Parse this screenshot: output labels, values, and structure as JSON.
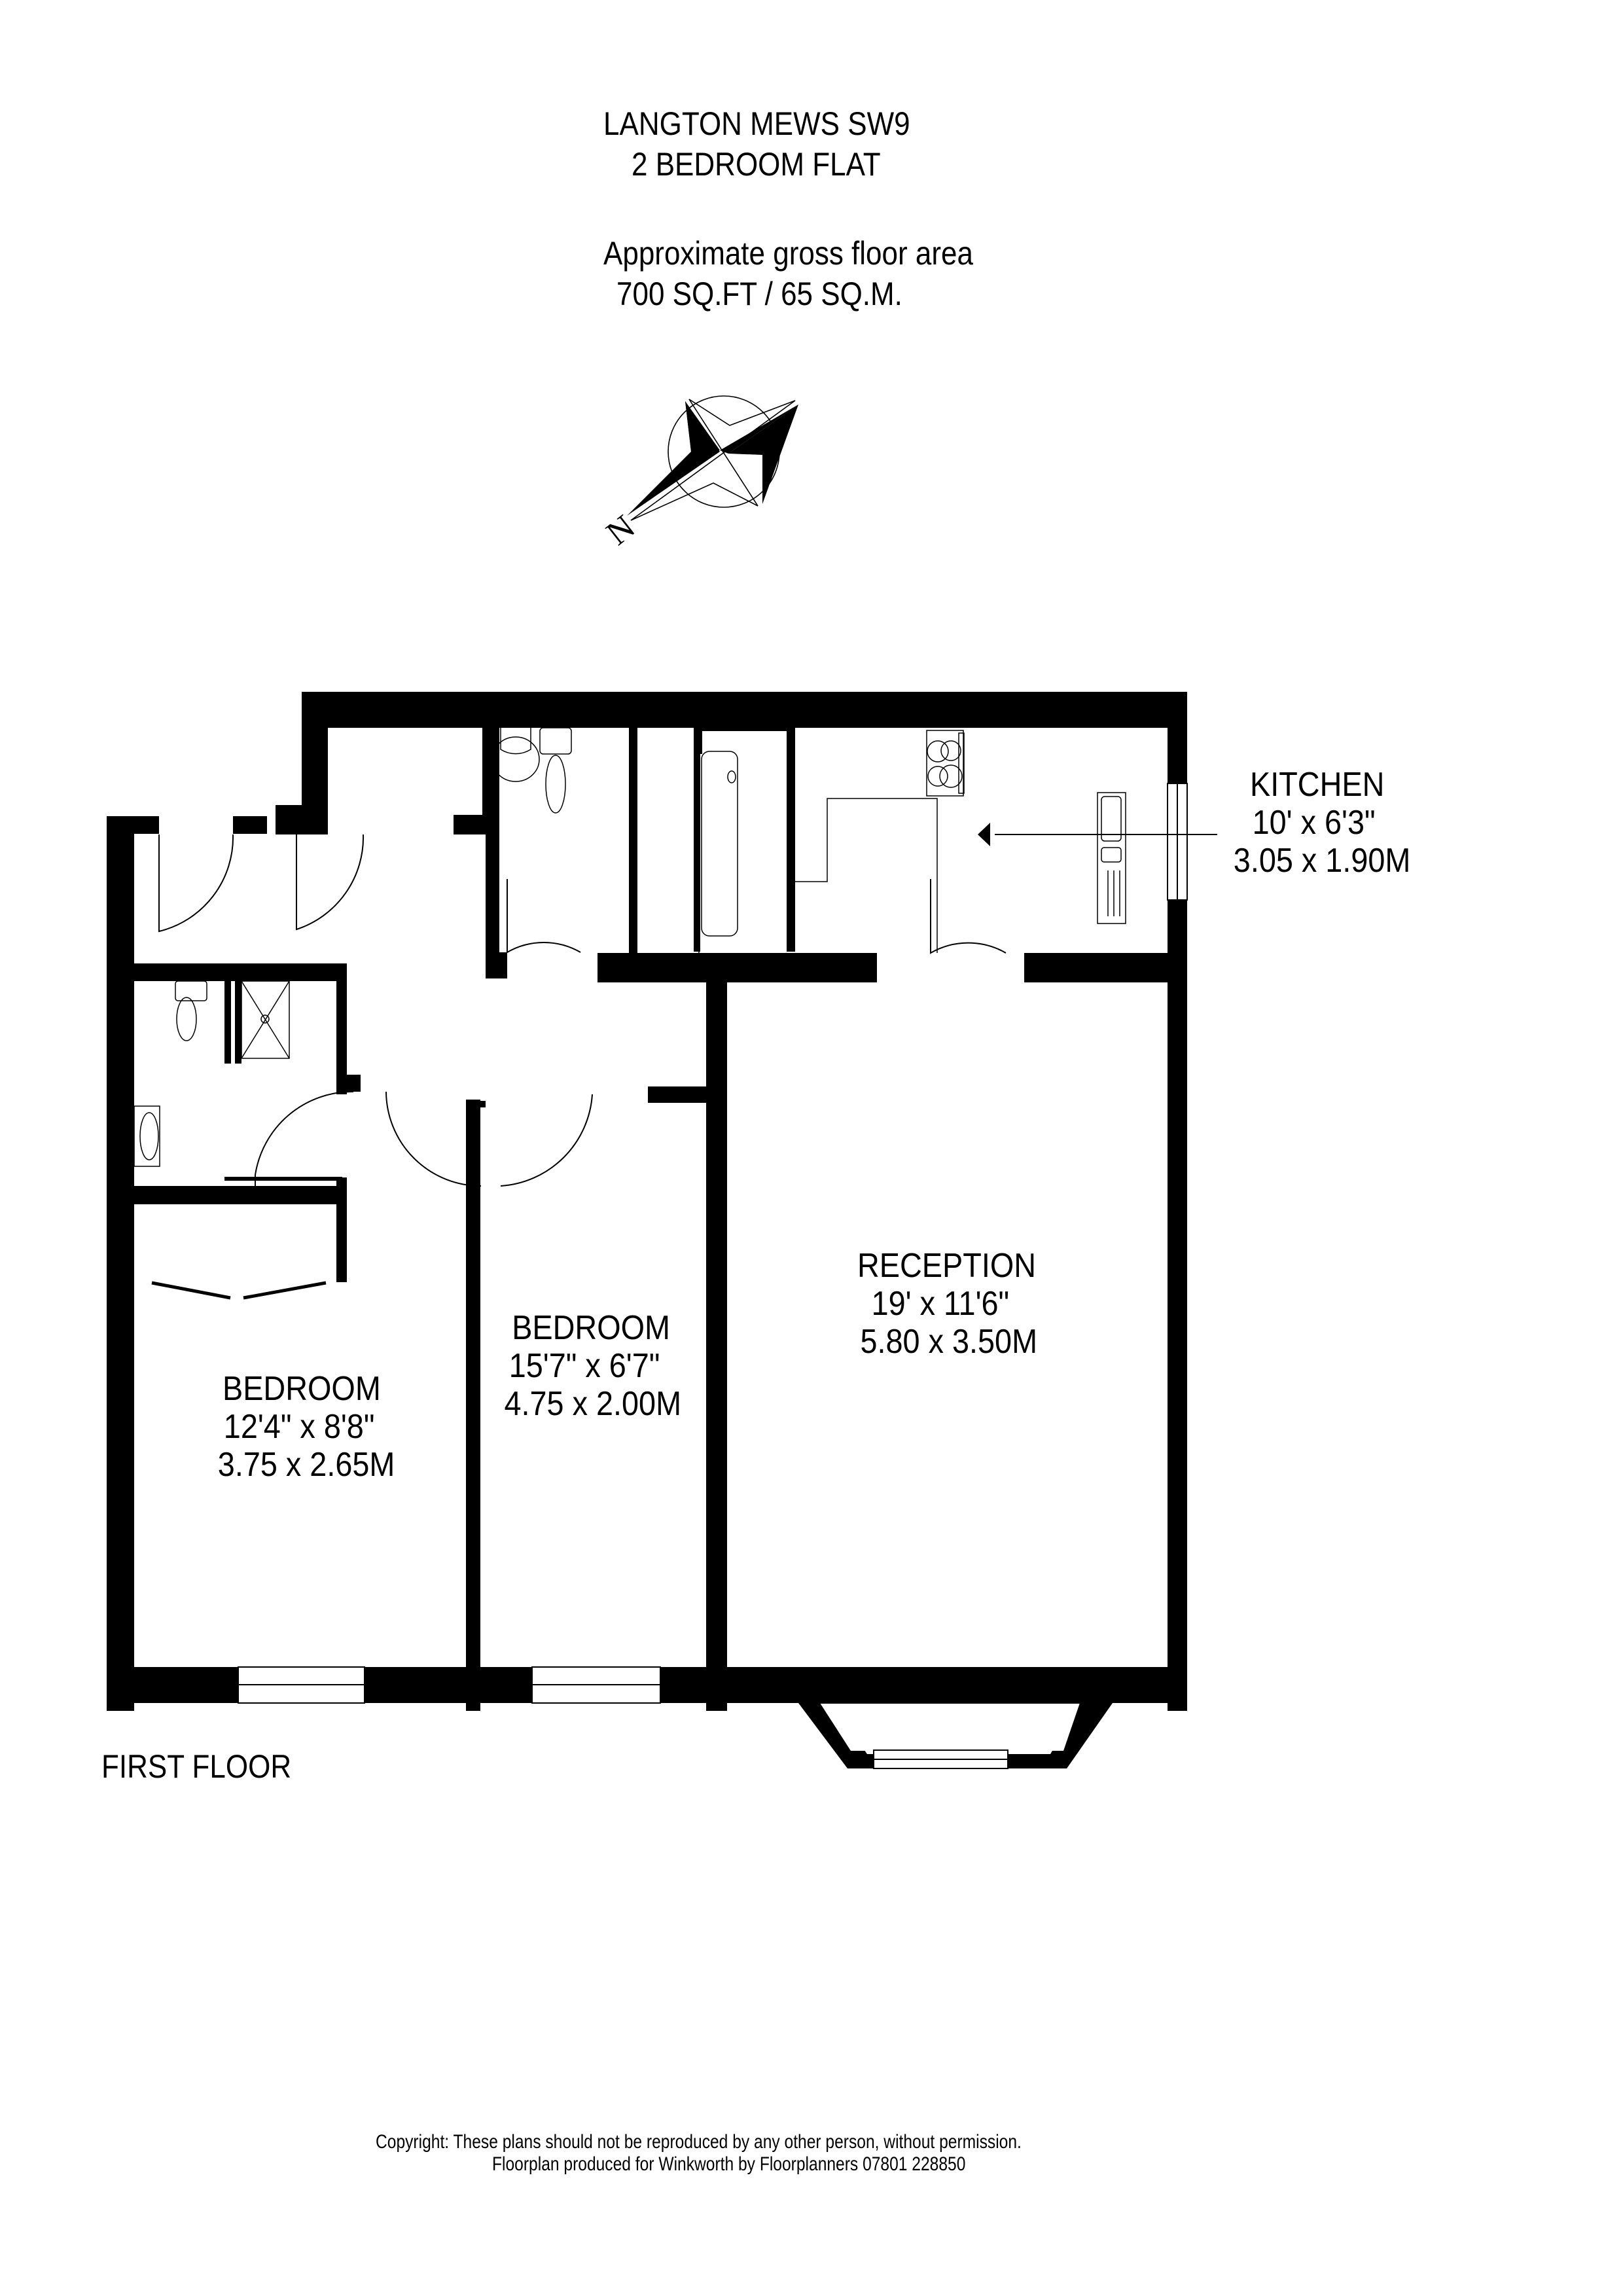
{
  "header": {
    "title": "LANGTON MEWS SW9",
    "subtitle": "2 BEDROOM FLAT",
    "area_label": "Approximate gross floor area",
    "area_value": "700 SQ.FT / 65 SQ.M."
  },
  "compass": {
    "icon": "compass-rose-icon",
    "north_label": "N"
  },
  "rooms": {
    "kitchen": {
      "name": "KITCHEN",
      "imperial": "10' x 6'3\"",
      "metric": "3.05 x 1.90M"
    },
    "reception": {
      "name": "RECEPTION",
      "imperial": "19' x 11'6\"",
      "metric": "5.80 x 3.50M"
    },
    "bedroom_1": {
      "name": "BEDROOM",
      "imperial": "12'4\" x 8'8\"",
      "metric": "3.75 x 2.65M"
    },
    "bedroom_2": {
      "name": "BEDROOM",
      "imperial": "15'7\" x 6'7\"",
      "metric": "4.75 x 2.00M"
    }
  },
  "floor_label": "FIRST FLOOR",
  "footer": {
    "copyright": "Copyright: These plans should not be reproduced by any other person, without permission.",
    "credit": "Floorplan produced for Winkworth by Floorplanners 07801 228850"
  },
  "colors": {
    "wall": "#000000",
    "background": "#ffffff",
    "line": "#000000"
  }
}
